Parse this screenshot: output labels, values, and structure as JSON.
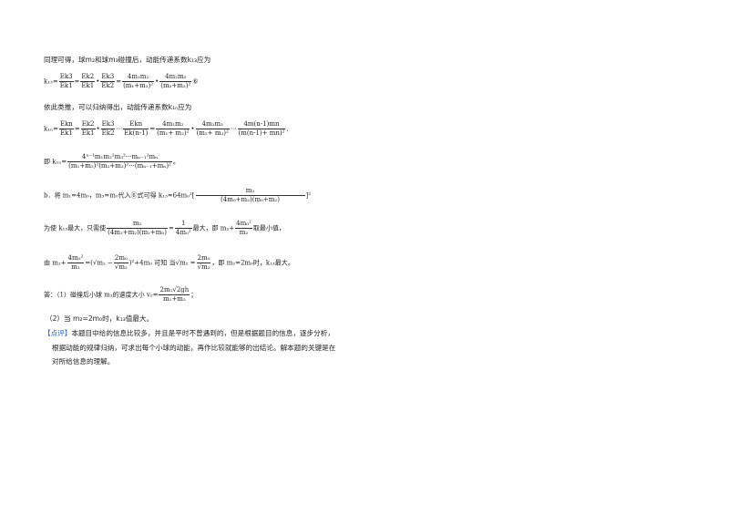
{
  "lines": {
    "l1": "同理可得，球m₂和球m₃碰撞后，动能传递系数k₁₃应为",
    "l2_lhs": "k₁₃=",
    "l2_f1n": "Ek3",
    "l2_f1d": "Ek1",
    "l2_f2n": "Ek2",
    "l2_f2d": "Ek1",
    "l2_f3n": "Ek3",
    "l2_f3d": "Ek2",
    "l2_f4n": "4m₁m₂",
    "l2_f4d": "(m₁+m₂)²",
    "l2_f5n": "4m₂m₃",
    "l2_f5d": "(m₂+m₃)²",
    "l2_tail": "⑥",
    "l3": "依此类推，可以归纳得出，动能传递系数k₁ₙ应为",
    "l4_lhs": "k₁ₙ=",
    "l4_f1n": "Ekn",
    "l4_f1d": "Ek1",
    "l4_f2n": "Ek2",
    "l4_f2d": "Ek1",
    "l4_f3n": "Ek3",
    "l4_f3d": "Ek2",
    "l4_dots1": "···",
    "l4_f4n": "Ekn",
    "l4_f4d": "Ek(n-1)",
    "l4_f5n": "4m₁m₂",
    "l4_f5d": "(m₁+ m₂)²",
    "l4_f6n": "4m₂m₃",
    "l4_f6d": "(m₂+ m₃)²",
    "l4_dots2": "···",
    "l4_f7n": "4m(n-1)mn",
    "l4_f7d": "(m(n-1)+ mn)²",
    "l4_tail": ",",
    "l5_pre": "即  k₁ₙ=",
    "l5_fn": "4ⁿ⁻¹m₁m₂²m₃²···mₙ₋₁²mₙ",
    "l5_fd": "(m₁+m₂)²(m₂+m₃)²···(mₙ₋₁+mₙ)²",
    "l5_tail": "。",
    "l6_pre": "b．将 m₁=4m₀，m₃=m₀代入⑥式可得 k₁₃=64m₀²[",
    "l6_fn": "m₂",
    "l6_fd": "(4m₀+m₂)(m₀+m₂)",
    "l6_tail": "]²",
    "l7_pre": "为使 k₁₃最大，只需使",
    "l7_f1n": "m₂",
    "l7_f1d": "(4m₂+m₂)(m₂+m₀)",
    "l7_eq": "=",
    "l7_f2n": "1",
    "l7_f2d": "4m₀²",
    "l7_mid": "最大，即 m₂+",
    "l7_f3n": "4m₀²",
    "l7_f3d": "m₂",
    "l7_tail": "取最小值，",
    "l8_pre": "由 m₂+",
    "l8_f1n": "4m₀²",
    "l8_f1d": "m₂",
    "l8_eq": "=(√m₂ −",
    "l8_f2n": "2m₀",
    "l8_f2d": "√m₂",
    "l8_mid": ")²+4m₀ 可知 当√m₂ =",
    "l8_f3n": "2m₀",
    "l8_f3d": "√m₂",
    "l8_tail": "，即 m₂=2m₀时，k₁₃最大。",
    "l9_pre": "答：（1）碰撞后小球 m₂的速度大小 v₂=",
    "l9_fn": "2m₁√2gh",
    "l9_fd": "m₁+m₂",
    "l9_tail": "；",
    "l10": "（2）当 m₂=2m₀时，k₁₃值最大。",
    "l11_tag": "【点评】",
    "l11": "本题目中给的信息比较多，并且是平时不曾遇到的，但是根据题目的信息，逐步分析，",
    "l12": "根据动能的规律归纳，可求出每个小球的动能，再作比较就能够的出结论。解本题的关键是在",
    "l13": "对所给信息的理解。"
  },
  "colors": {
    "text": "#222222",
    "tag": "#2a5db0"
  }
}
